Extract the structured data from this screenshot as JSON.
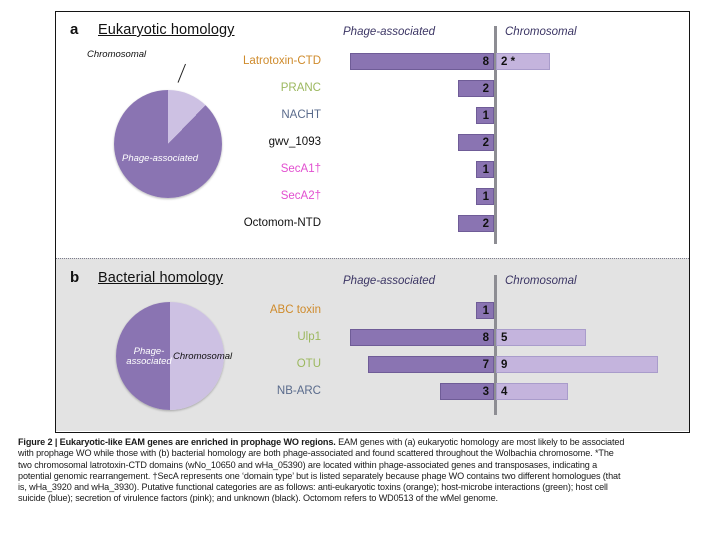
{
  "figure": {
    "panel_a": {
      "letter": "a",
      "title": "Eukaryotic homology",
      "column_headers": [
        "Phage-associated",
        "Chromosomal"
      ],
      "pie": {
        "slices": [
          {
            "label": "Phage-associated",
            "percent": 88,
            "color": "#8a74b2"
          },
          {
            "label": "Chromosomal",
            "percent": 12,
            "color": "#cdc1e3"
          }
        ]
      }
    },
    "panel_b": {
      "letter": "b",
      "title": "Bacterial homology",
      "column_headers": [
        "Phage-associated",
        "Chromosomal"
      ],
      "pie": {
        "slices": [
          {
            "label": "Phage-associated",
            "percent": 50,
            "color": "#8a74b2"
          },
          {
            "label": "Chromosomal",
            "percent": 50,
            "color": "#cdc1e3"
          }
        ]
      }
    }
  },
  "colors": {
    "phage_bar": "#8a74b2",
    "chromosomal_bar": "#c4b4dd",
    "axis": "#8d8d93",
    "panel_b_background": "#e3e3e3",
    "orange": "#cf8b2c",
    "green": "#9cb85f",
    "blue": "#5a6b8c",
    "pink": "#e24fd0",
    "black": "#111111"
  },
  "chart_data": [
    {
      "type": "bar",
      "title": "Eukaryotic homology",
      "orientation": "horizontal-diverging",
      "categories": [
        "Latrotoxin-CTD",
        "PRANC",
        "NACHT",
        "gwv_1093",
        "SecA1†",
        "SecA2†",
        "Octomom-NTD"
      ],
      "series": [
        {
          "name": "Phage-associated",
          "values": [
            8,
            2,
            1,
            2,
            1,
            1,
            2
          ]
        },
        {
          "name": "Chromosomal",
          "values": [
            2,
            0,
            0,
            0,
            0,
            0,
            0
          ]
        }
      ],
      "label_colors": [
        "#cf8b2c",
        "#9cb85f",
        "#5a6b8c",
        "#111111",
        "#e24fd0",
        "#e24fd0",
        "#111111"
      ],
      "value_annotations": {
        "Latrotoxin-CTD": {
          "Chromosomal": "2 *"
        }
      },
      "xlabel": "",
      "ylabel": "",
      "grid": false,
      "legend": "top"
    },
    {
      "type": "bar",
      "title": "Bacterial homology",
      "orientation": "horizontal-diverging",
      "categories": [
        "ABC toxin",
        "Ulp1",
        "OTU",
        "NB-ARC"
      ],
      "series": [
        {
          "name": "Phage-associated",
          "values": [
            1,
            8,
            7,
            3
          ]
        },
        {
          "name": "Chromosomal",
          "values": [
            0,
            5,
            9,
            4
          ]
        }
      ],
      "label_colors": [
        "#cf8b2c",
        "#9cb85f",
        "#9cb85f",
        "#5a6b8c"
      ],
      "xlabel": "",
      "ylabel": "",
      "grid": false,
      "legend": "top"
    },
    {
      "type": "pie",
      "title": "Eukaryotic homology distribution",
      "labels": [
        "Phage-associated",
        "Chromosomal"
      ],
      "values": [
        88,
        12
      ]
    },
    {
      "type": "pie",
      "title": "Bacterial homology distribution",
      "labels": [
        "Phage-associated",
        "Chromosomal"
      ],
      "values": [
        50,
        50
      ]
    }
  ],
  "caption": {
    "line1_bold": "Figure 2 | Eukaryotic-like EAM genes are enriched in prophage WO regions.",
    "line1_rest": " EAM genes with (a) eukaryotic homology are most likely to be associated",
    "line2": "with prophage WO while those with (b) bacterial homology are both phage-associated and found scattered throughout the Wolbachia chromosome. *The",
    "line3": "two chromosomal latrotoxin-CTD domains (wNo_10650 and wHa_05390) are located within phage-associated genes and transposases, indicating a",
    "line4": "potential genomic rearrangement. †SecA represents one ‘domain type’ but is listed separately because phage WO contains two different homologues (that",
    "line5": "is, wHa_3920 and wHa_3930). Putative functional categories are as follows: anti-eukaryotic toxins (orange); host-microbe interactions (green); host cell",
    "line6": "suicide (blue); secretion of virulence factors (pink); and unknown (black). Octomom refers to WD0513 of the wMel genome.",
    "italic_word": "Wolbachia"
  }
}
